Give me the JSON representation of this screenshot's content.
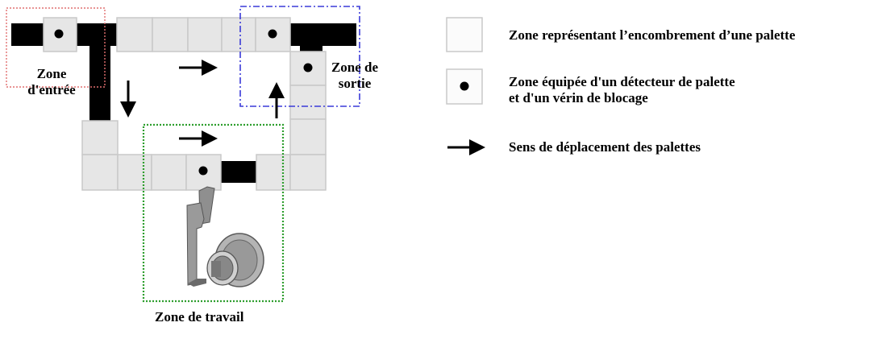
{
  "zones": {
    "entry_line1": "Zone",
    "entry_line2": "d'entrée",
    "exit_line1": "Zone de",
    "exit_line2": "sortie",
    "work": "Zone de travail"
  },
  "legend": {
    "pallet_area": "Zone représentant l’encombrement d’une palette",
    "detector_line1": "Zone équipée d'un détecteur de palette",
    "detector_line2": "et d'un vérin de blocage",
    "direction": "Sens de déplacement des  palettes"
  },
  "colors": {
    "cell_fill": "#e6e6e6",
    "cell_stroke": "#c9c9c9",
    "conveyor": "#000000",
    "entry_zone_border": "#e07070",
    "exit_zone_border": "#3a3ad8",
    "work_zone_border": "#2e9e2e"
  }
}
